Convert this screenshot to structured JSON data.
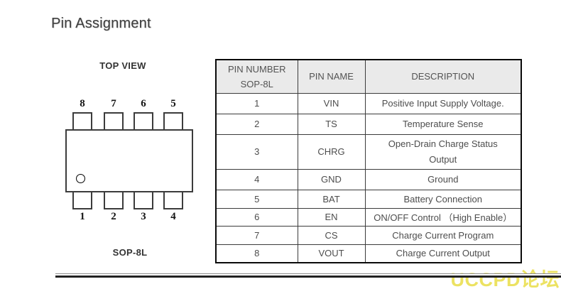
{
  "page": {
    "title": "Pin Assignment"
  },
  "diagram": {
    "view_label": "TOP VIEW",
    "package_label": "SOP-8L",
    "top_pins": [
      "8",
      "7",
      "6",
      "5"
    ],
    "bottom_pins": [
      "1",
      "2",
      "3",
      "4"
    ]
  },
  "table": {
    "header": {
      "col1_line1": "PIN NUMBER",
      "col1_line2": "SOP-8L",
      "col2": "PIN NAME",
      "col3": "DESCRIPTION"
    },
    "rows": [
      {
        "number": "1",
        "name": "VIN",
        "description": "Positive Input Supply Voltage."
      },
      {
        "number": "2",
        "name": "TS",
        "description": "Temperature Sense"
      },
      {
        "number": "3",
        "name": "CHRG",
        "description": "Open-Drain Charge Status Output"
      },
      {
        "number": "4",
        "name": "GND",
        "description": "Ground"
      },
      {
        "number": "5",
        "name": "BAT",
        "description": "Battery Connection"
      },
      {
        "number": "6",
        "name": "EN",
        "description": "ON/OFF Control （High Enable）"
      },
      {
        "number": "7",
        "name": "CS",
        "description": "Charge Current Program"
      },
      {
        "number": "8",
        "name": "VOUT",
        "description": "Charge Current Output"
      }
    ]
  },
  "watermark": {
    "text": "UCCPD论坛",
    "color": "#EBDF52"
  }
}
